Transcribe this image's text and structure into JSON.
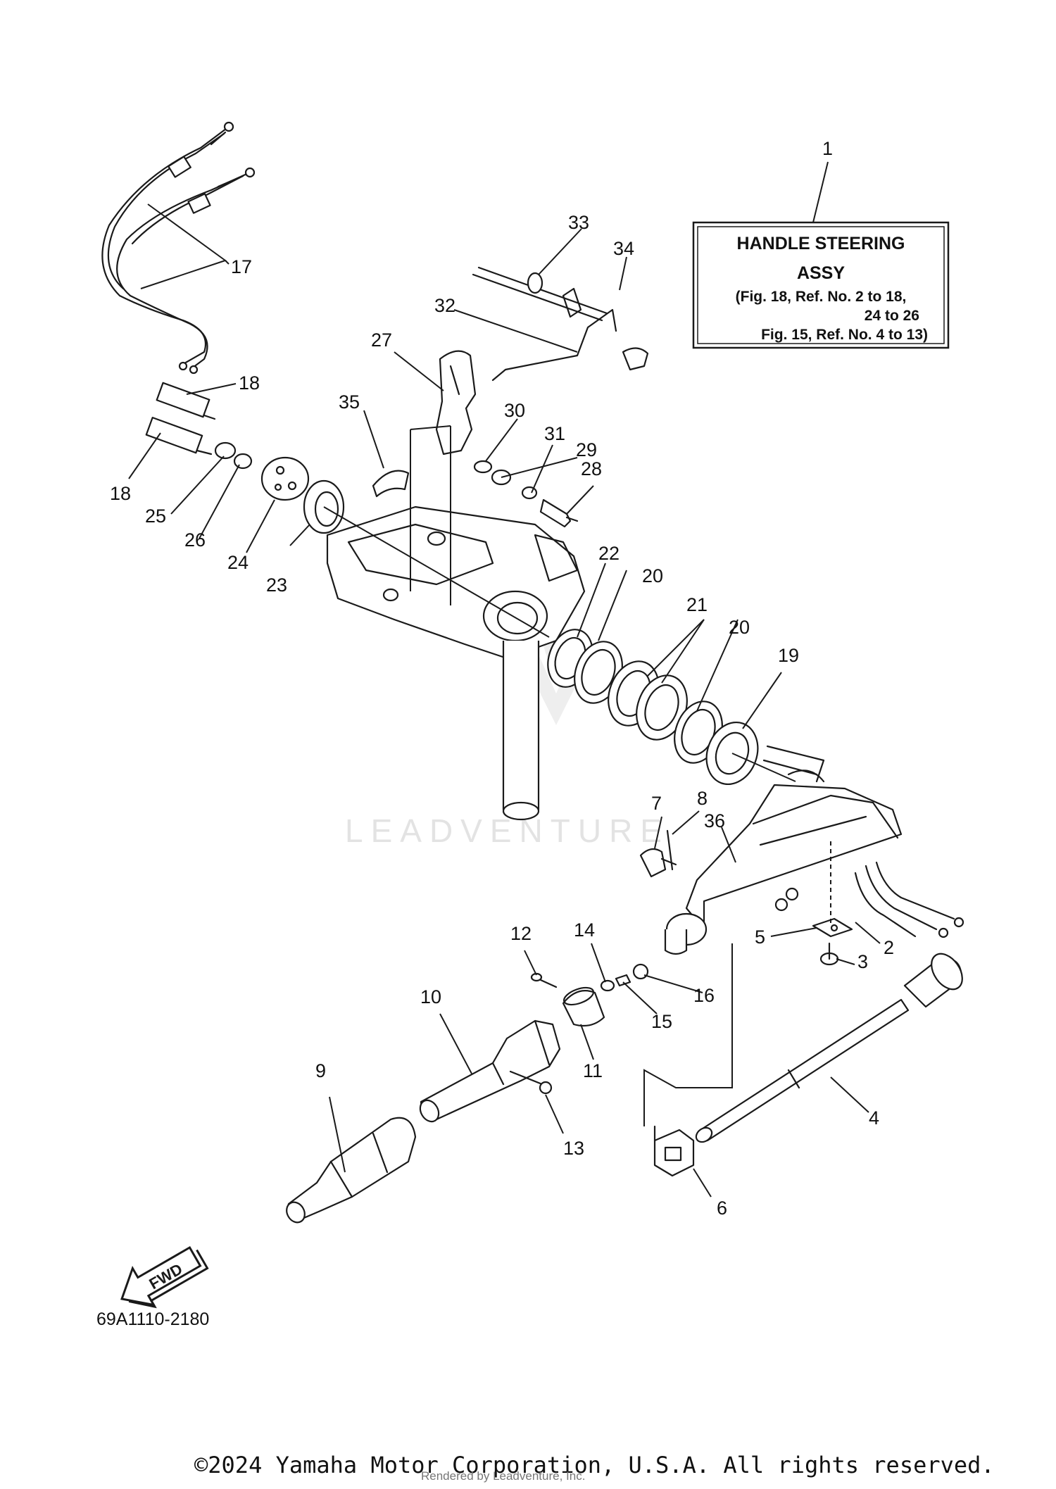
{
  "callouts": [
    "1",
    "2",
    "3",
    "4",
    "5",
    "6",
    "7",
    "8",
    "9",
    "10",
    "11",
    "12",
    "13",
    "14",
    "15",
    "16",
    "17",
    "18",
    "18",
    "19",
    "20",
    "20",
    "21",
    "22",
    "23",
    "24",
    "25",
    "26",
    "27",
    "28",
    "29",
    "30",
    "31",
    "32",
    "33",
    "34",
    "35",
    "36"
  ],
  "assy_box": {
    "title_line1": "HANDLE STEERING",
    "title_line2": "ASSY",
    "note_line1": "(Fig. 18, Ref. No. 2 to 18,",
    "note_line2": "24 to 26",
    "note_line3": "Fig. 15, Ref. No. 4 to 13)"
  },
  "fwd_label": "FWD",
  "drawing_code": "69A1110-2180",
  "watermark": "LEADVENTURE",
  "footer": {
    "copyright": "©2024 Yamaha Motor Corporation, U.S.A. All rights reserved.",
    "rendered_by": "Rendered by Leadventure, Inc."
  }
}
